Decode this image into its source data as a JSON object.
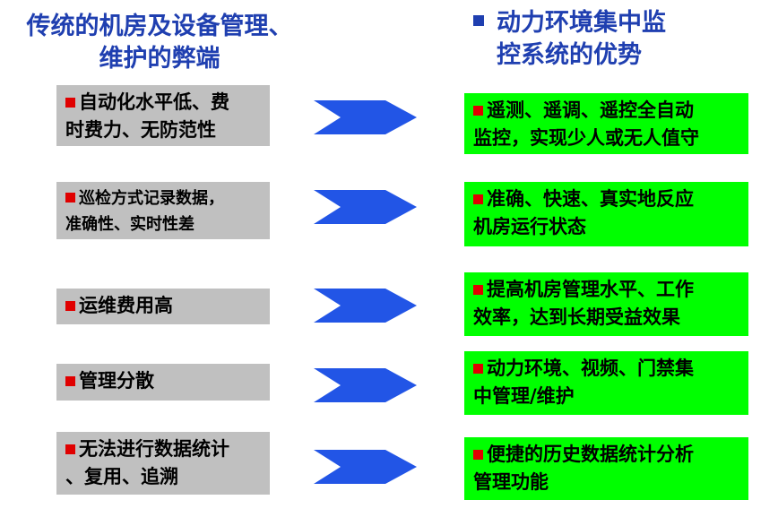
{
  "left_heading": {
    "line1": "传统的机房及设备管理、",
    "line2": "维护的弊端"
  },
  "right_heading": {
    "line1": "动力环境集中监",
    "line2": "控系统的优势"
  },
  "rows": [
    {
      "problem": [
        "自动化水平低、费",
        "时费力、无防范性"
      ],
      "advantage": [
        "遥测、遥调、遥控全自动",
        "监控，实现少人或无人值守"
      ]
    },
    {
      "problem": [
        "巡检方式记录数据，",
        "准确性、实时性差"
      ],
      "advantage": [
        "准确、快速、真实地反应",
        "机房运行状态"
      ]
    },
    {
      "problem": [
        "运维费用高"
      ],
      "advantage": [
        "提高机房管理水平、工作",
        "效率，达到长期受益效果"
      ]
    },
    {
      "problem": [
        "管理分散"
      ],
      "advantage": [
        "动力环境、视频、门禁集",
        "中管理/维护"
      ]
    },
    {
      "problem": [
        "无法进行数据统计",
        "、复用、追溯"
      ],
      "advantage": [
        "便捷的历史数据统计分析",
        "管理功能"
      ]
    }
  ],
  "colors": {
    "heading": "#1f3fb0",
    "problem_box": "#c0c0c0",
    "advantage_box": "#00ff00",
    "bullet": "#e00000",
    "arrow": "#2255e6"
  }
}
